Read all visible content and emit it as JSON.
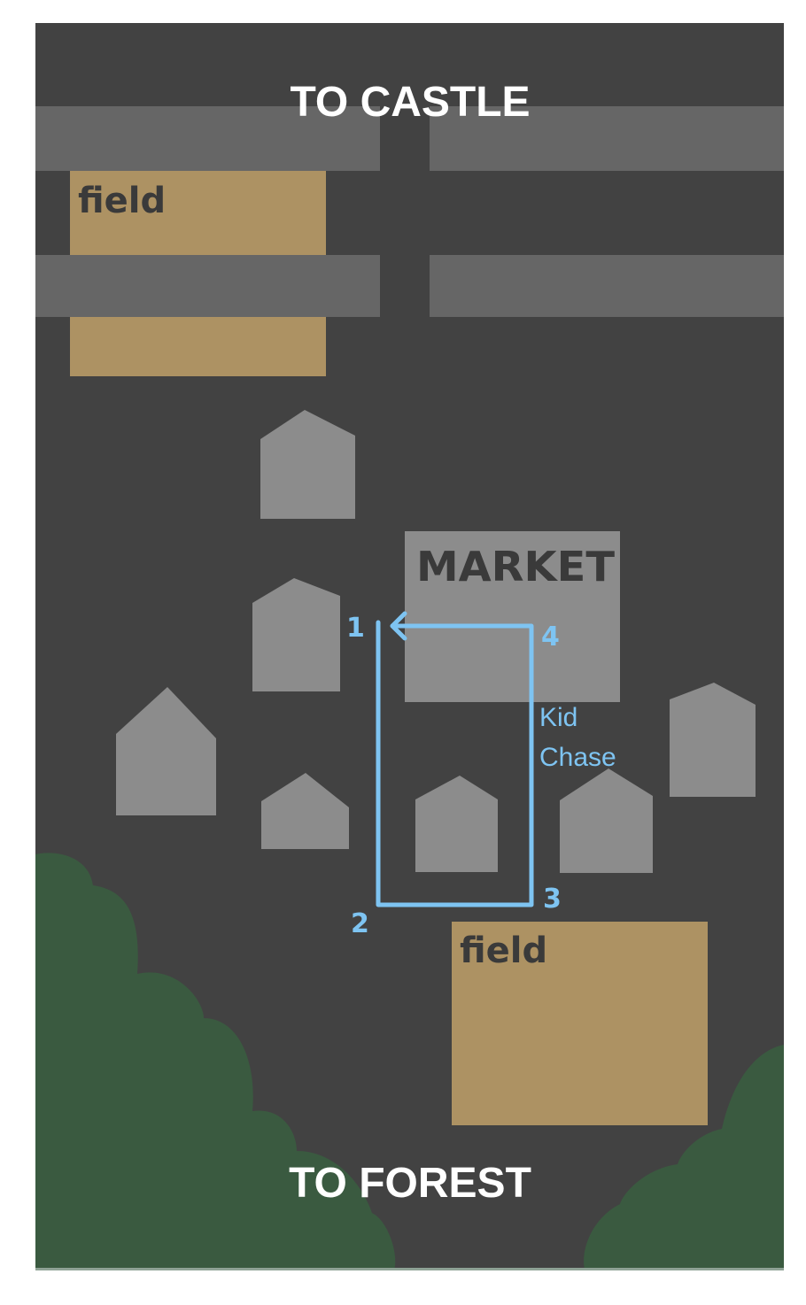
{
  "map": {
    "top_exit": "TO CASTLE",
    "bottom_exit": "TO FOREST",
    "field_label": "field",
    "market_label": "MARKET",
    "route": {
      "name_line1": "Kid",
      "name_line2": "Chase",
      "points": [
        "1",
        "2",
        "3",
        "4"
      ]
    }
  },
  "colors": {
    "ground": "#424242",
    "road": "#666666",
    "field": "#ad9263",
    "house": "#8c8c8c",
    "forest": "#3a5a40",
    "route": "#7ec4f2",
    "exit_text": "#ffffff",
    "hand_text": "#3a3a3a"
  }
}
